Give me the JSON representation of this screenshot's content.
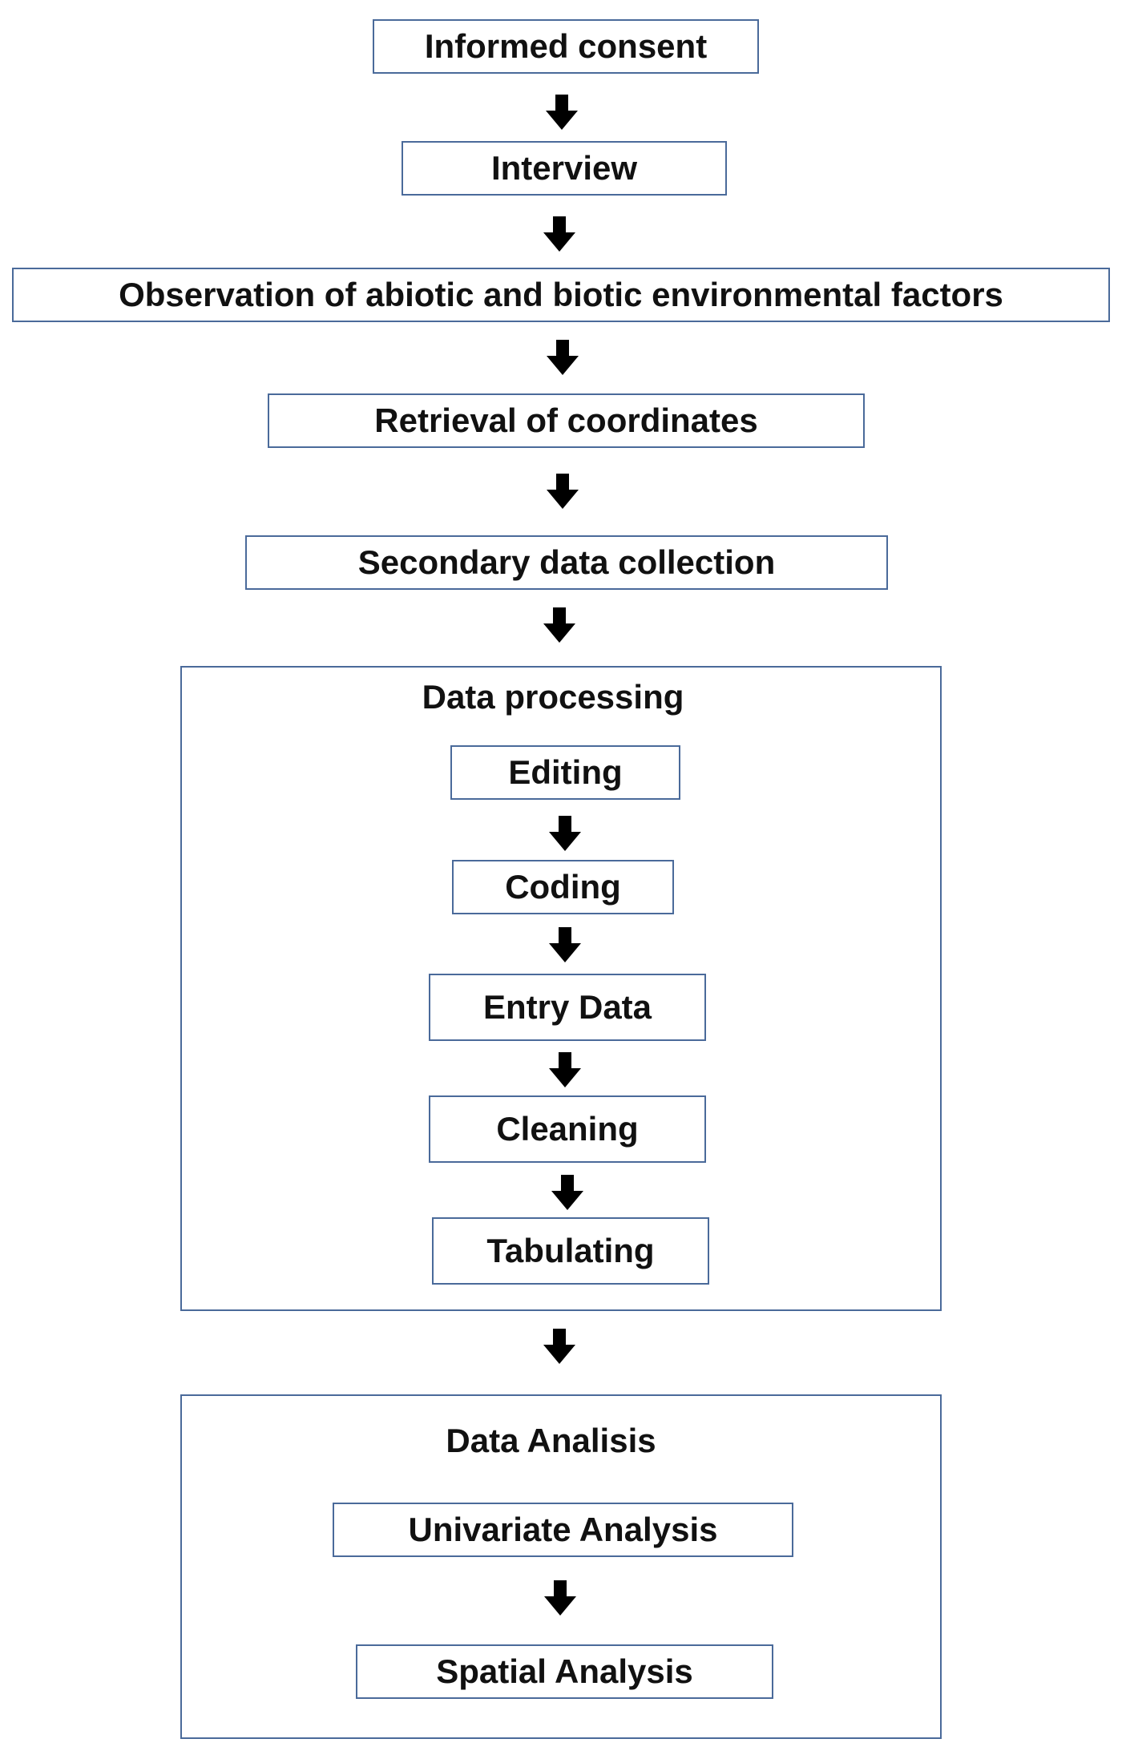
{
  "steps": {
    "informed_consent": "Informed consent",
    "interview": "Interview",
    "observation": "Observation of abiotic and biotic environmental factors",
    "retrieval": "Retrieval of coordinates",
    "secondary": "Secondary data collection"
  },
  "data_processing": {
    "title": "Data processing",
    "steps": [
      "Editing",
      "Coding",
      "Entry Data",
      "Cleaning",
      "Tabulating"
    ]
  },
  "data_analysis": {
    "title": "Data Analisis",
    "steps": [
      "Univariate Analysis",
      "Spatial Analysis"
    ]
  },
  "colors": {
    "box_border": "#4a6a9a",
    "arrow": "#000000",
    "text": "#111111"
  },
  "icons": {
    "arrow": "down-arrow-icon"
  }
}
